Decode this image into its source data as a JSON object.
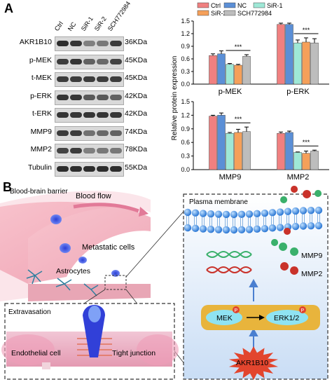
{
  "panelA": {
    "letter": "A",
    "lanes": [
      "Ctrl",
      "NC",
      "SiR-1",
      "SiR-2",
      "SCH772984"
    ],
    "blots": [
      {
        "name": "AKR1B10",
        "mw": "36KDa",
        "intensity": [
          0.9,
          0.85,
          0.35,
          0.4,
          0.8
        ]
      },
      {
        "name": "p-MEK",
        "mw": "45KDa",
        "intensity": [
          0.8,
          0.85,
          0.55,
          0.5,
          0.75
        ]
      },
      {
        "name": "t-MEK",
        "mw": "45KDa",
        "intensity": [
          0.8,
          0.8,
          0.8,
          0.8,
          0.8
        ]
      },
      {
        "name": "p-ERK",
        "mw": "42KDa",
        "intensity": [
          0.85,
          0.85,
          0.6,
          0.6,
          0.55
        ]
      },
      {
        "name": "t-ERK",
        "mw": "42KDa",
        "intensity": [
          0.85,
          0.85,
          0.85,
          0.85,
          0.85
        ]
      },
      {
        "name": "MMP9",
        "mw": "74KDa",
        "intensity": [
          0.8,
          0.8,
          0.45,
          0.5,
          0.55
        ]
      },
      {
        "name": "MMP2",
        "mw": "78KDa",
        "intensity": [
          0.75,
          0.8,
          0.35,
          0.4,
          0.4
        ]
      },
      {
        "name": "Tubulin",
        "mw": "55KDa",
        "intensity": [
          0.9,
          0.9,
          0.9,
          0.9,
          0.9
        ]
      }
    ]
  },
  "chart_data": [
    {
      "type": "bar",
      "categories": [
        "p-MEK",
        "p-ERK"
      ],
      "series": [
        {
          "name": "Ctrl",
          "color": "#f08080",
          "values": [
            0.68,
            1.42
          ]
        },
        {
          "name": "NC",
          "color": "#5b8fd6",
          "values": [
            0.72,
            1.42
          ]
        },
        {
          "name": "SiR-1",
          "color": "#9fe8d6",
          "values": [
            0.47,
            0.98
          ]
        },
        {
          "name": "SiR-2",
          "color": "#f5a05a",
          "values": [
            0.45,
            1.0
          ]
        },
        {
          "name": "SCH772984",
          "color": "#bdbdbd",
          "values": [
            0.66,
            0.98
          ]
        }
      ],
      "errors": [
        [
          0.04,
          0.03
        ],
        [
          0.07,
          0.03
        ],
        [
          0.02,
          0.07
        ],
        [
          0.02,
          0.1
        ],
        [
          0.04,
          0.1
        ]
      ],
      "ylim": [
        0,
        1.5
      ],
      "yticks": [
        0.0,
        0.3,
        0.6,
        0.9,
        1.2,
        1.5
      ],
      "ylabel": "Relative protein expression",
      "significance": "***",
      "legend": "top"
    },
    {
      "type": "bar",
      "categories": [
        "MMP9",
        "MMP2"
      ],
      "series": [
        {
          "name": "Ctrl",
          "color": "#f08080",
          "values": [
            1.18,
            0.8
          ]
        },
        {
          "name": "NC",
          "color": "#5b8fd6",
          "values": [
            1.2,
            0.82
          ]
        },
        {
          "name": "SiR-1",
          "color": "#9fe8d6",
          "values": [
            0.8,
            0.38
          ]
        },
        {
          "name": "SiR-2",
          "color": "#f5a05a",
          "values": [
            0.82,
            0.36
          ]
        },
        {
          "name": "SCH772984",
          "color": "#bdbdbd",
          "values": [
            0.84,
            0.41
          ]
        }
      ],
      "errors": [
        [
          0.02,
          0.03
        ],
        [
          0.05,
          0.03
        ],
        [
          0.02,
          0.01
        ],
        [
          0.07,
          0.05
        ],
        [
          0.1,
          0.02
        ]
      ],
      "ylim": [
        0,
        1.5
      ],
      "yticks": [
        0.0,
        0.3,
        0.6,
        0.9,
        1.2,
        1.5
      ],
      "significance": "***"
    }
  ],
  "panelB": {
    "letter": "B",
    "bbb_label": "Blood-brain barrier",
    "blood_flow": "Blood flow",
    "metastatic": "Metastatic cells",
    "astrocytes": "Astrocytes",
    "extravasation": "Extravasation",
    "endothelial": "Endothelial cell",
    "tight_junction": "Tight junction",
    "plasma_membrane": "Plasma membrane",
    "mmp9": "MMP9",
    "mmp2": "MMP2",
    "mek": "MEK",
    "erk": "ERK1/2",
    "phospho": "P",
    "akr": "AKR1B10"
  }
}
